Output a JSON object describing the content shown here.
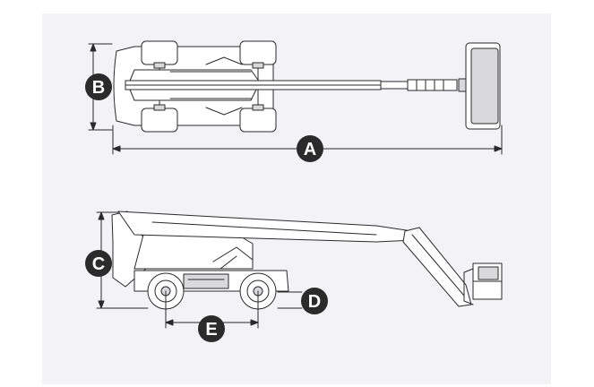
{
  "colors": {
    "panel": "#f3f3f5",
    "line": "#2a2a2a",
    "fill_light": "#ffffff",
    "fill_mid": "#d9d9dc",
    "badge": "#2b2b2b",
    "badge_text": "#ffffff"
  },
  "dimension_labels": {
    "overall_length": "A",
    "overall_width": "B",
    "stowed_height": "C",
    "ground_clearance": "D",
    "wheelbase": "E"
  }
}
